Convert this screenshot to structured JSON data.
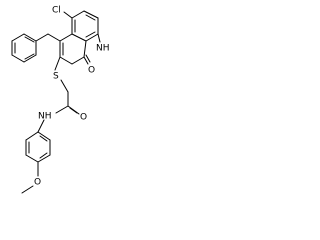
{
  "atoms": {
    "cl": "Cl",
    "nh_ring": "NH",
    "o_carbonyl_ring": "O",
    "s": "S",
    "nh_amide": "NH",
    "o_amide": "O",
    "o_methoxy": "O"
  },
  "colors": {
    "bond": "#000000",
    "text": "#000000",
    "background": "#ffffff"
  }
}
